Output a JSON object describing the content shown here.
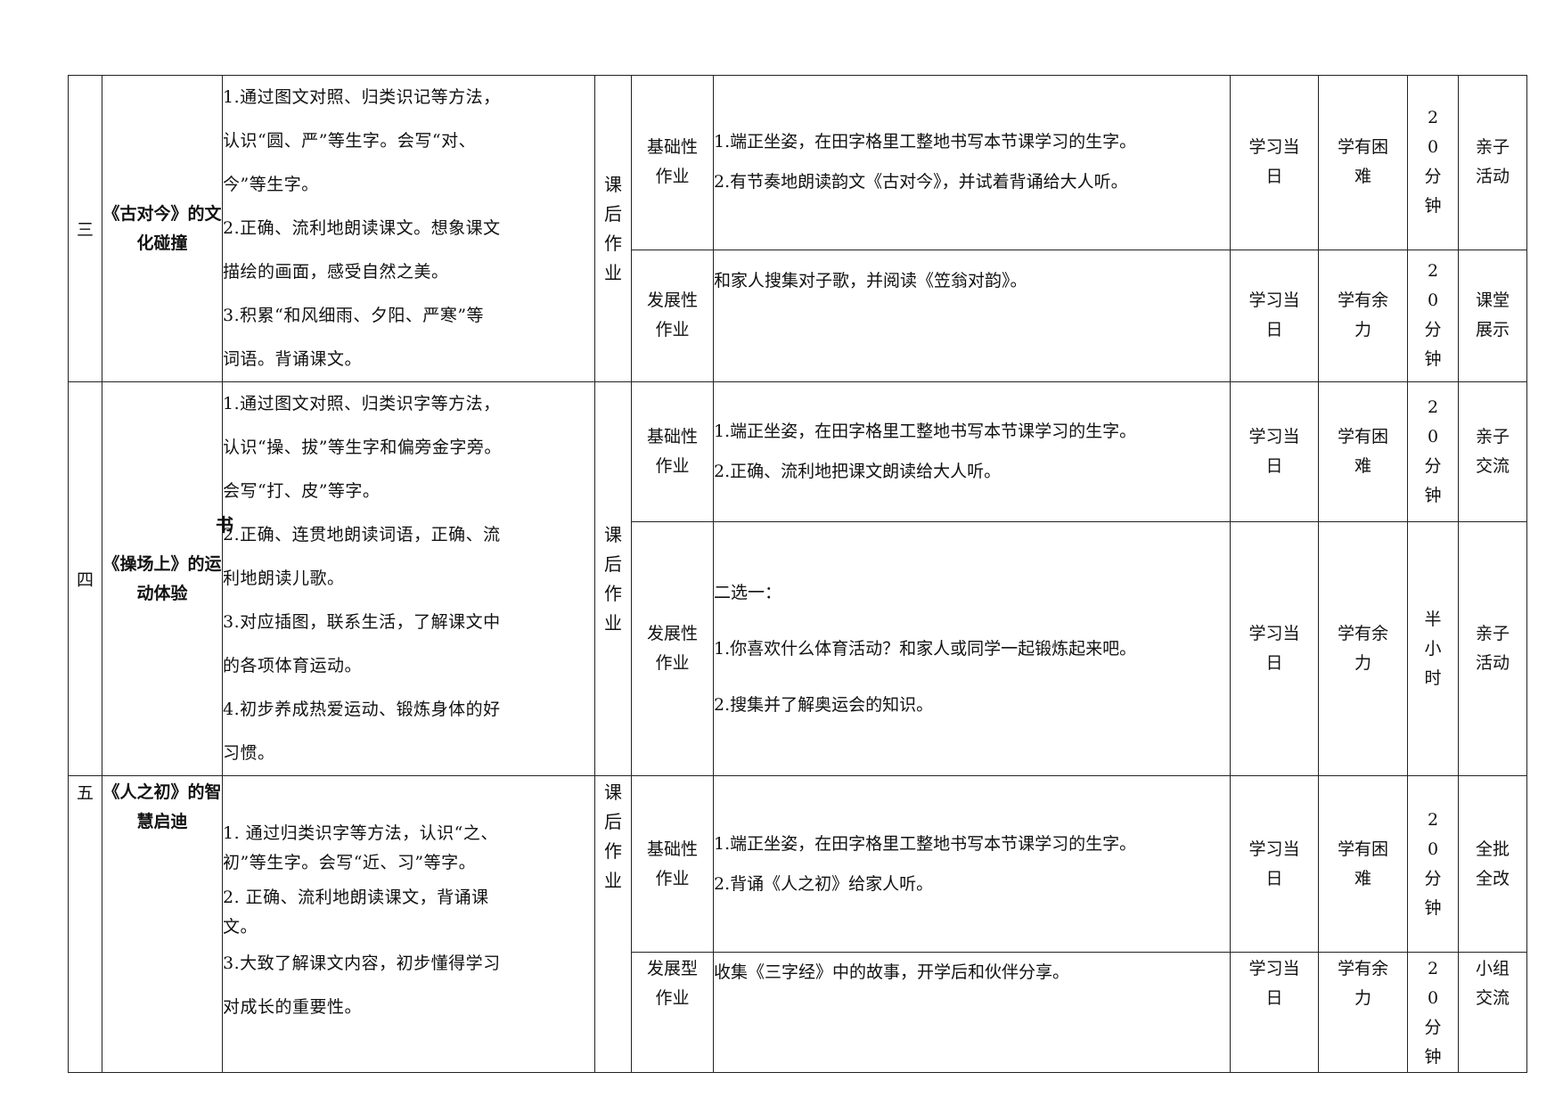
{
  "units": [
    {
      "num": "三",
      "title": "《古对今》的文化碰撞",
      "goals": [
        "1.通过图文对照、归类识记等方法，",
        "认识“圆、严”等生字。会写“对、",
        "今”等生字。",
        "2.正确、流利地朗读课文。想象课文",
        "描绘的画面，感受自然之美。",
        "3.积累“和风细雨、夕阳、严寒”等",
        "词语。背诵课文。"
      ],
      "kehou": "课后作业",
      "rows": [
        {
          "type": "基础性作业",
          "content": [
            "1.端正坐姿，在田字格里工整地书写本节课学习的生字。",
            "2.有节奏地朗读韵文《古对今》，并试着背诵给大人听。"
          ],
          "time": "学习当日",
          "level": "学有困难",
          "duration": "20分钟",
          "form": "亲子活动"
        },
        {
          "type": "发展性作业",
          "content": [
            "和家人搜集对子歌，并阅读《笠翁对韵》。"
          ],
          "time": "学习当日",
          "level": "学有余力",
          "duration": "20分钟",
          "form": "课堂展示"
        }
      ]
    },
    {
      "num": "四",
      "title": "《操场上》的运动体验",
      "goals": [
        "1.通过图文对照、归类识字等方法，",
        "认识“操、拔”等生字和偏旁金字旁。",
        "会写“打、皮”等字。",
        "2.正确、连贯地朗读词语，正确、流",
        "利地朗读儿歌。",
        "3.对应插图，联系生活，了解课文中",
        "的各项体育运动。",
        "4.初步养成热爱运动、锻炼身体的好",
        "习惯。"
      ],
      "kehou": "课后作业",
      "rows": [
        {
          "type": "基础性作业",
          "content": [
            "1.端正坐姿，在田字格里工整地书写本节课学习的生字。",
            "2.正确、流利地把课文朗读给大人听。"
          ],
          "time": "学习当日",
          "level": "学有困难",
          "duration": "20分钟",
          "form": "亲子交流"
        },
        {
          "type": "发展性作业",
          "content": [
            "二选一：",
            "1.你喜欢什么体育活动？和家人或同学一起锻炼起来吧。",
            "2.搜集并了解奥运会的知识。"
          ],
          "time": "学习当日",
          "level": "学有余力",
          "duration": "半小时",
          "form": "亲子活动"
        }
      ]
    },
    {
      "num": "五",
      "title": "《人之初》的智慧启迪",
      "goals": [
        "1. 通过归类识字等方法，认识“之、",
        "初”等生字。会写“近、习”等字。",
        "2. 正确、流利地朗读课文，背诵课",
        "文。",
        "3.大致了解课文内容，初步懂得学习",
        "对成长的重要性。"
      ],
      "kehou": "课后作业",
      "rows": [
        {
          "type": "基础性作业",
          "content": [
            "1.端正坐姿，在田字格里工整地书写本节课学习的生字。",
            "2.背诵《人之初》给家人听。"
          ],
          "time": "学习当日",
          "level": "学有困难",
          "duration": "20分钟",
          "form": "全批全改"
        },
        {
          "type": "发展型作业",
          "content": [
            "收集《三字经》中的故事，开学后和伙伴分享。"
          ],
          "time": "学习当日",
          "level": "学有余力",
          "duration": "20分钟",
          "form": "小组交流"
        }
      ]
    }
  ],
  "stray_char": "书"
}
